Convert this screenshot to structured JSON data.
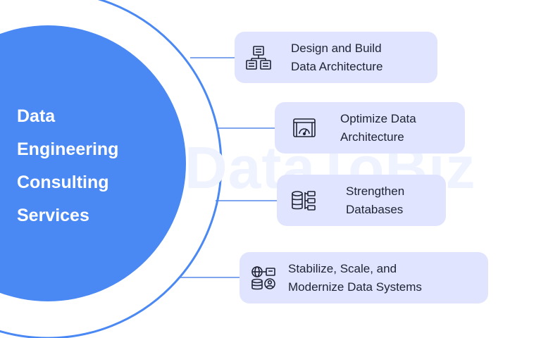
{
  "watermark": "DataToBiz",
  "center": {
    "lines": [
      "Data",
      "Engineering",
      "Consulting",
      "Services"
    ]
  },
  "services": [
    {
      "lines": [
        "Design and Build",
        "Data Architecture"
      ],
      "icon": "server-stack-icon"
    },
    {
      "lines": [
        "Optimize Data",
        "Architecture"
      ],
      "icon": "dashboard-gauge-icon"
    },
    {
      "lines": [
        "Strengthen",
        "Databases"
      ],
      "icon": "database-tree-icon"
    },
    {
      "lines": [
        "Stabilize, Scale, and",
        "Modernize Data Systems"
      ],
      "icon": "network-database-icon"
    }
  ],
  "colors": {
    "circle_fill": "#4a88f4",
    "ring": "#4a88f4",
    "connector": "#7fa6ef",
    "card_fill": "#e1e4ff",
    "icon": "#1f2333",
    "label_text": "#1f2333"
  }
}
